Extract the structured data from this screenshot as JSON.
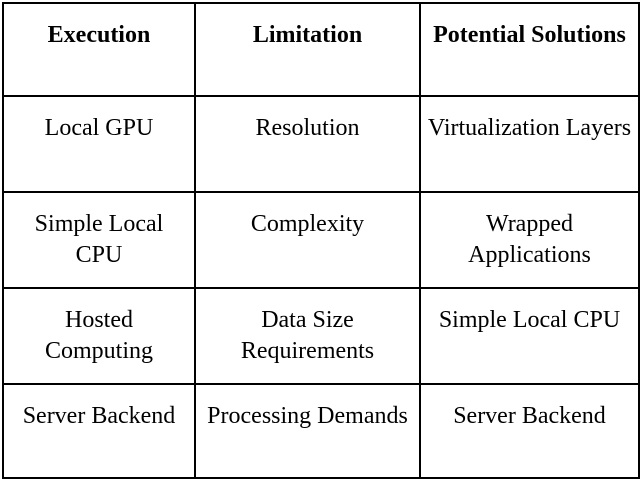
{
  "headers": [
    "Execution",
    "Limitation",
    "Potential Solutions"
  ],
  "rows": [
    [
      "Local GPU",
      "Resolution",
      "Virtualization Layers"
    ],
    [
      "Simple Local CPU",
      "Complexity",
      "Wrapped Applications"
    ],
    [
      "Hosted Computing",
      "Data Size Requirements",
      "Simple Local CPU"
    ],
    [
      "Server Backend",
      "Processing Demands",
      "Server Backend"
    ]
  ]
}
